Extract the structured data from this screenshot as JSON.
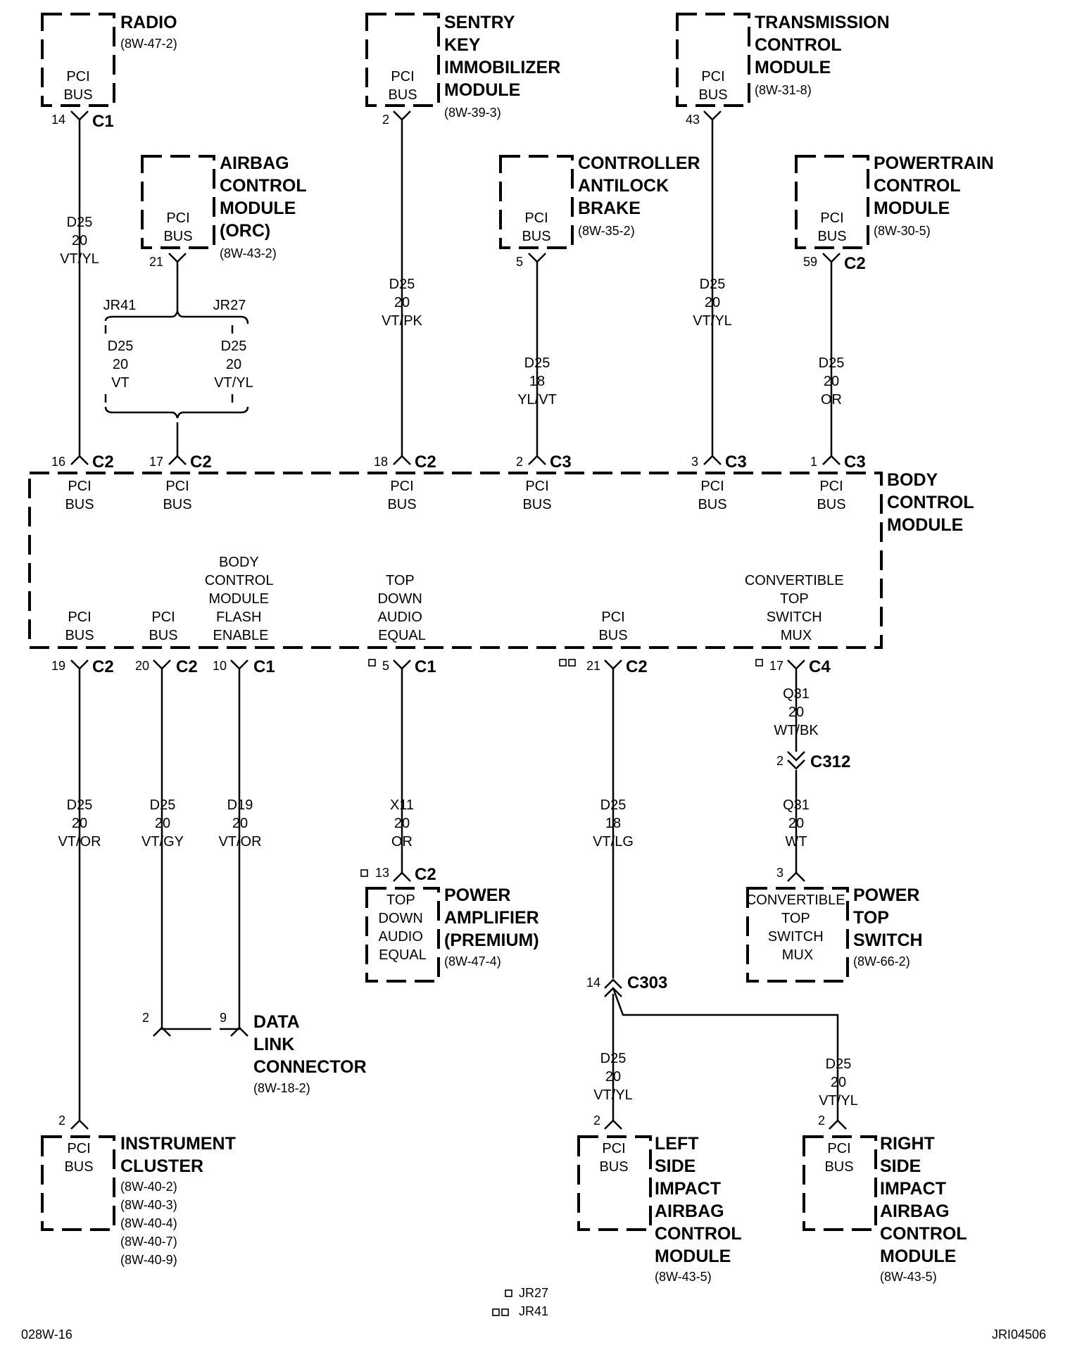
{
  "modules": {
    "radio": {
      "name": [
        "RADIO"
      ],
      "refs": [
        "(8W-47-2)"
      ],
      "pins": [
        "PCI",
        "BUS"
      ]
    },
    "skim": {
      "name": [
        "SENTRY",
        "KEY",
        "IMMOBILIZER",
        "MODULE"
      ],
      "refs": [
        "(8W-39-3)"
      ],
      "pins": [
        "PCI",
        "BUS"
      ]
    },
    "tcm": {
      "name": [
        "TRANSMISSION",
        "CONTROL",
        "MODULE"
      ],
      "refs": [
        "(8W-31-8)"
      ],
      "pins": [
        "PCI",
        "BUS"
      ]
    },
    "airbag": {
      "name": [
        "AIRBAG",
        "CONTROL",
        "MODULE",
        "(ORC)"
      ],
      "refs": [
        "(8W-43-2)"
      ],
      "pins": [
        "PCI",
        "BUS"
      ]
    },
    "cab": {
      "name": [
        "CONTROLLER",
        "ANTILOCK",
        "BRAKE"
      ],
      "refs": [
        "(8W-35-2)"
      ],
      "pins": [
        "PCI",
        "BUS"
      ]
    },
    "pcm": {
      "name": [
        "POWERTRAIN",
        "CONTROL",
        "MODULE"
      ],
      "refs": [
        "(8W-30-5)"
      ],
      "pins": [
        "PCI",
        "BUS"
      ]
    },
    "bcm": {
      "name": [
        "BODY",
        "CONTROL",
        "MODULE"
      ],
      "top_pins": [
        [
          "PCI",
          "BUS"
        ],
        [
          "PCI",
          "BUS"
        ],
        [
          "PCI",
          "BUS"
        ],
        [
          "PCI",
          "BUS"
        ],
        [
          "PCI",
          "BUS"
        ],
        [
          "PCI",
          "BUS"
        ]
      ],
      "bottom_pins": [
        [
          "PCI",
          "BUS"
        ],
        [
          "PCI",
          "BUS"
        ],
        [
          "BODY",
          "CONTROL",
          "MODULE",
          "FLASH",
          "ENABLE"
        ],
        [
          "TOP",
          "DOWN",
          "AUDIO",
          "EQUAL"
        ],
        [
          "PCI",
          "BUS"
        ],
        [
          "CONVERTIBLE",
          "TOP",
          "SWITCH",
          "MUX"
        ]
      ]
    },
    "amp": {
      "name": [
        "POWER",
        "AMPLIFIER",
        "(PREMIUM)"
      ],
      "refs": [
        "(8W-47-4)"
      ],
      "pins": [
        "TOP",
        "DOWN",
        "AUDIO",
        "EQUAL"
      ]
    },
    "pts": {
      "name": [
        "POWER",
        "TOP",
        "SWITCH"
      ],
      "refs": [
        "(8W-66-2)"
      ],
      "pins": [
        "CONVERTIBLE",
        "TOP",
        "SWITCH",
        "MUX"
      ]
    },
    "dlc": {
      "name": [
        "DATA",
        "LINK",
        "CONNECTOR"
      ],
      "refs": [
        "(8W-18-2)"
      ]
    },
    "cluster": {
      "name": [
        "INSTRUMENT",
        "CLUSTER"
      ],
      "refs": [
        "(8W-40-2)",
        "(8W-40-3)",
        "(8W-40-4)",
        "(8W-40-7)",
        "(8W-40-9)"
      ],
      "pins": [
        "PCI",
        "BUS"
      ]
    },
    "lsiab": {
      "name": [
        "LEFT",
        "SIDE",
        "IMPACT",
        "AIRBAG",
        "CONTROL",
        "MODULE"
      ],
      "refs": [
        "(8W-43-5)"
      ],
      "pins": [
        "PCI",
        "BUS"
      ]
    },
    "rsiab": {
      "name": [
        "RIGHT",
        "SIDE",
        "IMPACT",
        "AIRBAG",
        "CONTROL",
        "MODULE"
      ],
      "refs": [
        "(8W-43-5)"
      ],
      "pins": [
        "PCI",
        "BUS"
      ]
    }
  },
  "connectors": {
    "radio": {
      "pin": "14",
      "name": "C1"
    },
    "skim": {
      "pin": "2",
      "name": ""
    },
    "tcm": {
      "pin": "43",
      "name": ""
    },
    "airbag": {
      "pin": "21",
      "name": ""
    },
    "cab": {
      "pin": "5",
      "name": ""
    },
    "pcm": {
      "pin": "59",
      "name": "C2"
    },
    "bcm_top": [
      {
        "pin": "16",
        "name": "C2"
      },
      {
        "pin": "17",
        "name": "C2"
      },
      {
        "pin": "18",
        "name": "C2"
      },
      {
        "pin": "2",
        "name": "C3"
      },
      {
        "pin": "3",
        "name": "C3"
      },
      {
        "pin": "1",
        "name": "C3"
      }
    ],
    "bcm_bottom": [
      {
        "pin": "19",
        "name": "C2"
      },
      {
        "pin": "20",
        "name": "C2"
      },
      {
        "pin": "10",
        "name": "C1"
      },
      {
        "pin": "5",
        "name": "C1"
      },
      {
        "pin": "21",
        "name": "C2"
      },
      {
        "pin": "17",
        "name": "C4"
      }
    ],
    "c312": {
      "pin": "2",
      "name": "C312"
    },
    "amp": {
      "pin": "13",
      "name": "C2"
    },
    "pts": {
      "pin": "3"
    },
    "c303": {
      "pin": "14",
      "name": "C303"
    },
    "dlc": {
      "pin_a": "2",
      "pin_b": "9"
    },
    "cluster": {
      "pin": "2"
    },
    "lsiab": {
      "pin": "2"
    },
    "rsiab": {
      "pin": "2"
    }
  },
  "wires": {
    "radio": [
      "D25",
      "20",
      "VT/YL"
    ],
    "jr41": [
      "D25",
      "20",
      "VT"
    ],
    "jr27": [
      "D25",
      "20",
      "VT/YL"
    ],
    "skim": [
      "D25",
      "20",
      "VT/PK"
    ],
    "cab": [
      "D25",
      "18",
      "YL/VT"
    ],
    "tcm": [
      "D25",
      "20",
      "VT/YL"
    ],
    "pcm": [
      "D25",
      "20",
      "OR"
    ],
    "cluster": [
      "D25",
      "20",
      "VT/OR"
    ],
    "dlc_a": [
      "D25",
      "20",
      "VT/GY"
    ],
    "dlc_b": [
      "D19",
      "20",
      "VT/OR"
    ],
    "amp": [
      "X11",
      "20",
      "OR"
    ],
    "c303": [
      "D25",
      "18",
      "VT/LG"
    ],
    "pts_upper": [
      "Q31",
      "20",
      "WT/BK"
    ],
    "pts_lower": [
      "Q31",
      "20",
      "WT"
    ],
    "lsiab": [
      "D25",
      "20",
      "VT/YL"
    ],
    "rsiab": [
      "D25",
      "20",
      "VT/YL"
    ]
  },
  "jumper_labels": {
    "left": "JR41",
    "right": "JR27"
  },
  "legend": [
    {
      "symbol": "□",
      "label": "JR27"
    },
    {
      "symbol": "□□",
      "label": "JR41"
    }
  ],
  "footer": {
    "left": "028W-16",
    "right": "JRI04506"
  }
}
